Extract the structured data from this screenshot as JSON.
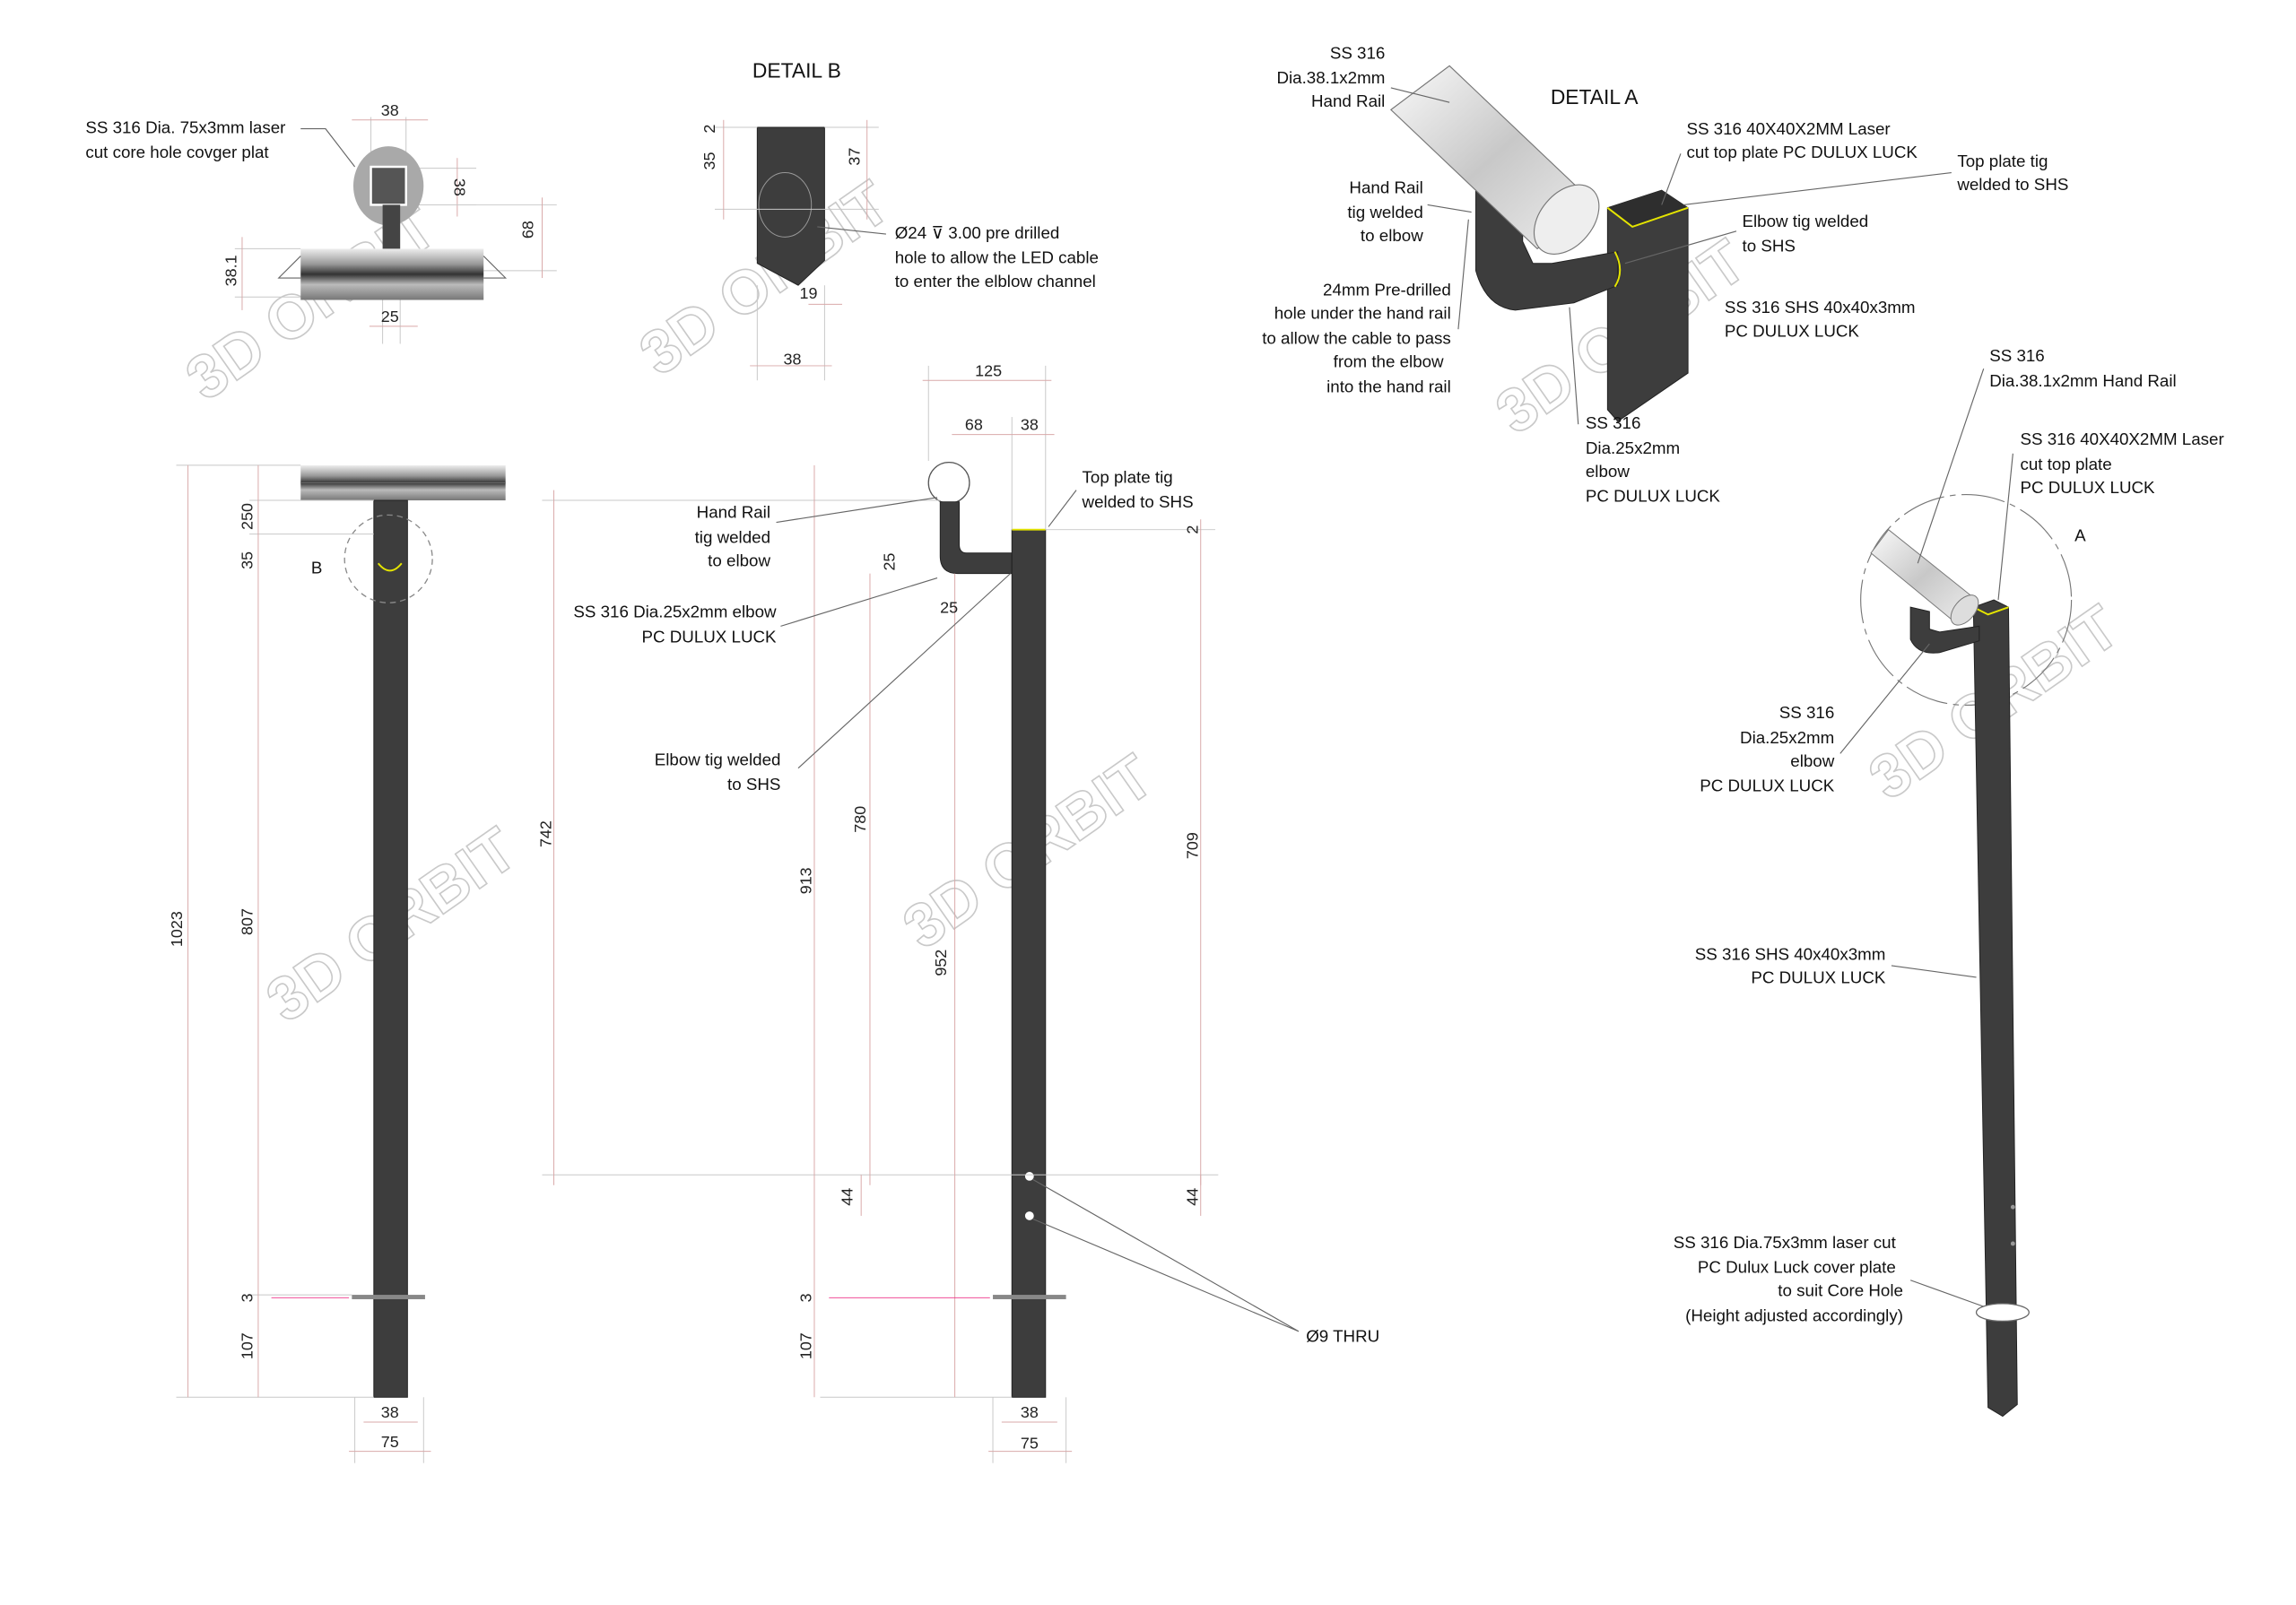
{
  "watermark": "3D ORBIT",
  "top_view": {
    "label": [
      "SS 316 Dia. 75x3mm laser",
      "cut core hole covger plat"
    ],
    "dims": {
      "w38": "38",
      "h38": "38",
      "h68": "68",
      "d381": "38.1",
      "w25": "25"
    }
  },
  "detail_b": {
    "title": "DETAIL B",
    "label": [
      "Ø24 ⊽ 3.00 pre drilled",
      "hole to allow the LED cable",
      "to enter the elblow channel"
    ],
    "dims": {
      "d2": "2",
      "d35": "35",
      "d37": "37",
      "d19": "19",
      "d38": "38"
    }
  },
  "left_elevation": {
    "marker": "B",
    "dims": {
      "d250": "250",
      "d35": "35",
      "d807": "807",
      "d1023": "1023",
      "d3": "3",
      "d107": "107",
      "d38": "38",
      "d75": "75"
    }
  },
  "mid_elevation": {
    "labels": {
      "hand_rail": [
        "Hand Rail",
        "tig welded",
        "to elbow"
      ],
      "top_plate": [
        "Top plate tig",
        "welded to SHS"
      ],
      "elbow": [
        "SS 316 Dia.25x2mm elbow",
        "PC DULUX LUCK"
      ],
      "elbow_weld": [
        "Elbow tig welded",
        "to SHS"
      ],
      "holes": "Ø9 THRU"
    },
    "dims": {
      "d125": "125",
      "d68": "68",
      "d38t": "38",
      "d2": "2",
      "d25v": "25",
      "d25h": "25",
      "d742": "742",
      "d780": "780",
      "d913": "913",
      "d952": "952",
      "d709": "709",
      "d44l": "44",
      "d44r": "44",
      "d3": "3",
      "d107": "107",
      "d38": "38",
      "d75": "75"
    }
  },
  "detail_a": {
    "title": "DETAIL A",
    "labels": {
      "hand_rail": [
        "SS 316",
        "Dia.38.1x2mm",
        "Hand Rail"
      ],
      "top_plate": [
        "SS 316 40X40X2MM Laser",
        "cut top plate PC DULUX LUCK"
      ],
      "top_weld": [
        "Top plate tig",
        "welded to SHS"
      ],
      "rail_weld": [
        "Hand Rail",
        "tig welded",
        "to elbow"
      ],
      "elbow_weld": [
        "Elbow tig welded",
        "to SHS"
      ],
      "predrilled": [
        "24mm Pre-drilled",
        "hole under the hand rail",
        "to allow the cable to pass",
        "from the elbow",
        "into the hand rail"
      ],
      "shs": [
        "SS 316 SHS 40x40x3mm",
        "PC DULUX LUCK"
      ],
      "elbow": [
        "SS 316",
        "Dia.25x2mm",
        "elbow",
        "PC DULUX LUCK"
      ]
    }
  },
  "iso_view": {
    "marker": "A",
    "labels": {
      "hand_rail": [
        "SS 316",
        "Dia.38.1x2mm Hand Rail"
      ],
      "top_plate": [
        "SS 316 40X40X2MM Laser",
        "cut top plate",
        "PC DULUX LUCK"
      ],
      "elbow": [
        "SS 316",
        "Dia.25x2mm",
        "elbow",
        "PC DULUX LUCK"
      ],
      "shs": [
        "SS 316 SHS 40x40x3mm",
        "PC DULUX LUCK"
      ],
      "cover": [
        "SS 316 Dia.75x3mm laser cut",
        "PC Dulux Luck cover plate",
        "to suit Core Hole",
        "(Height adjusted accordingly)"
      ]
    }
  }
}
